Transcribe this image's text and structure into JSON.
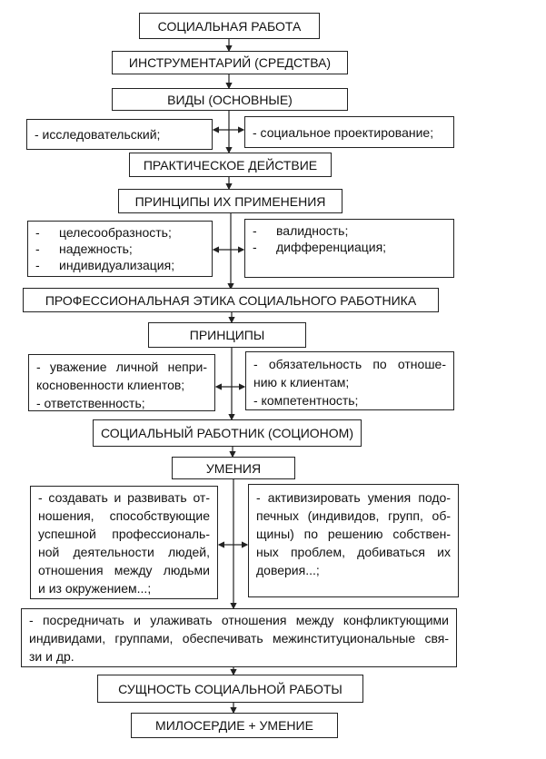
{
  "nodes": {
    "social_work": "СОЦИАЛЬНАЯ РАБОТА",
    "instruments": "ИНСТРУМЕНТАРИЙ (СРЕДСТВА)",
    "types": "ВИДЫ (ОСНОВНЫЕ)",
    "types_left": "- исследовательский;",
    "types_right": "- социальное проектирование;",
    "practical_action": "ПРАКТИЧЕСКОЕ ДЕЙСТВИЕ",
    "application_principles": "ПРИНЦИПЫ ИХ ПРИМЕНЕНИЯ",
    "app_left": [
      {
        "dash": "-",
        "text": "целесообразность;"
      },
      {
        "dash": "-",
        "text": "надежность;"
      },
      {
        "dash": "-",
        "text": "индивидуализация;"
      }
    ],
    "app_right": [
      {
        "dash": "-",
        "text": "валидность;"
      },
      {
        "dash": "-",
        "text": "дифференциация;"
      }
    ],
    "professional_ethics": "ПРОФЕССИОНАЛЬНАЯ ЭТИКА СОЦИАЛЬНОГО РАБОТНИКА",
    "principles": "ПРИНЦИПЫ",
    "principles_left": [
      "- уважение личной непри-",
      "косновенности клиентов;",
      "- ответственность;"
    ],
    "principles_right": [
      "- обязательность по отноше-",
      "нию к клиентам;",
      "- компетентность;"
    ],
    "social_worker": "СОЦИАЛЬНЫЙ РАБОТНИК (СОЦИОНОМ)",
    "skills": "УМЕНИЯ",
    "skills_left": [
      "- создавать и развивать от-",
      "ношения, способствующие",
      "успешной профессиональ-",
      "ной деятельности людей,",
      "отношения между людьми",
      "и из окружением...;"
    ],
    "skills_right": [
      "- активизировать умения подо-",
      "печных (индивидов, групп, об-",
      "щины) по решению собствен-",
      "ных проблем, добиваться их",
      "доверия...;"
    ],
    "skills_bottom": [
      "- посредничать и улаживать отношения между конфликтующими",
      "индивидами, группами, обеспечивать межинституциональные свя-",
      "зи и др."
    ],
    "essence": "СУЩНОСТЬ СОЦИАЛЬНОЙ РАБОТЫ",
    "mercy_skill": "МИЛОСЕРДИЕ + УМЕНИЕ"
  }
}
